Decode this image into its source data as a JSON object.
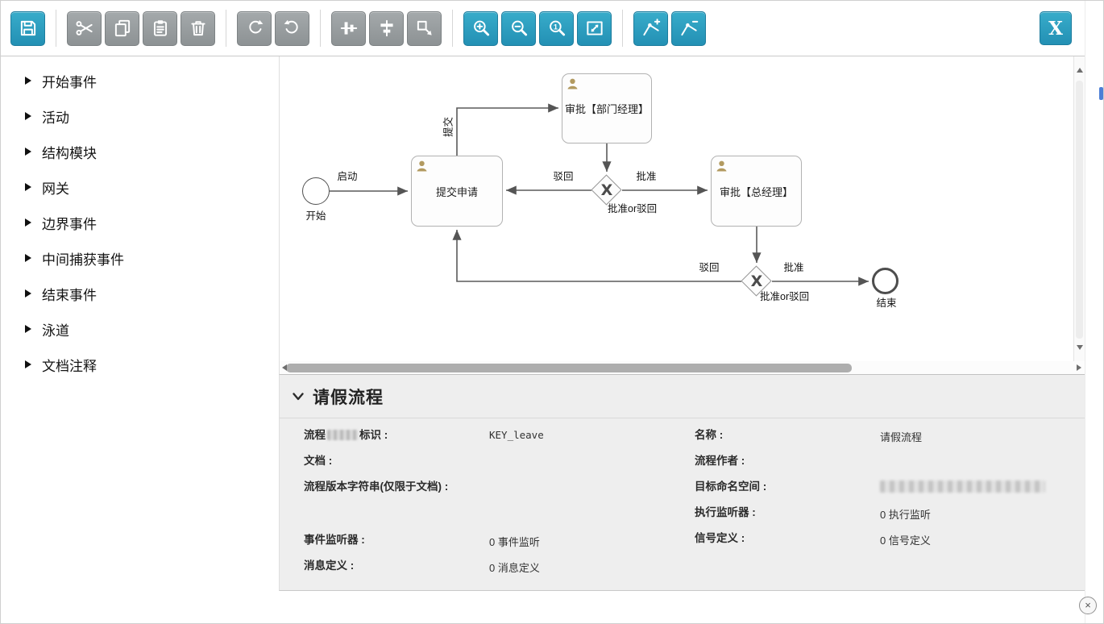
{
  "toolbar": {
    "close_label": "X",
    "zoom_actual_glyph": "1",
    "buttons": [
      {
        "name": "save",
        "enabled": true
      },
      {
        "name": "cut",
        "enabled": false
      },
      {
        "name": "copy",
        "enabled": false
      },
      {
        "name": "paste",
        "enabled": false
      },
      {
        "name": "delete",
        "enabled": false
      },
      {
        "name": "redo",
        "enabled": false
      },
      {
        "name": "undo",
        "enabled": false
      },
      {
        "name": "align-vertical",
        "enabled": false
      },
      {
        "name": "align-horizontal",
        "enabled": false
      },
      {
        "name": "same-size",
        "enabled": false
      },
      {
        "name": "zoom-in",
        "enabled": true
      },
      {
        "name": "zoom-out",
        "enabled": true
      },
      {
        "name": "zoom-actual",
        "enabled": true
      },
      {
        "name": "zoom-fit",
        "enabled": true
      },
      {
        "name": "bendpoint-add",
        "enabled": true
      },
      {
        "name": "bendpoint-remove",
        "enabled": true
      },
      {
        "name": "close",
        "enabled": true
      }
    ]
  },
  "palette": {
    "items": [
      {
        "label": "开始事件"
      },
      {
        "label": "活动"
      },
      {
        "label": "结构模块"
      },
      {
        "label": "网关"
      },
      {
        "label": "边界事件"
      },
      {
        "label": "中间捕获事件"
      },
      {
        "label": "结束事件"
      },
      {
        "label": "泳道"
      },
      {
        "label": "文档注释"
      }
    ]
  },
  "diagram": {
    "nodes": {
      "start": {
        "label": "开始"
      },
      "task_submit": {
        "label": "提交申请"
      },
      "task_dept_manager": {
        "label": "审批【部门经理】"
      },
      "task_general_manager": {
        "label": "审批【总经理】"
      },
      "gateway_first": {
        "symbol": "X",
        "label": "批准or驳回"
      },
      "gateway_second": {
        "symbol": "X",
        "label": "批准or驳回"
      },
      "end": {
        "label": "结束"
      }
    },
    "edge_labels": {
      "launch": "启动",
      "submit": "提交",
      "reject": "驳回",
      "approve": "批准"
    }
  },
  "properties": {
    "title": "请假流程",
    "left": [
      {
        "label_prefix": "流程",
        "label_redacted": true,
        "label_suffix": "标识 :",
        "value": "KEY_leave"
      },
      {
        "label": "文档 :",
        "value": ""
      },
      {
        "label": "流程版本字符串(仅限于文档) :",
        "value": ""
      },
      {
        "label": "事件监听器 :",
        "value": "0 事件监听"
      },
      {
        "label": "消息定义 :",
        "value": "0 消息定义"
      }
    ],
    "right": [
      {
        "label": "名称 :",
        "value": "请假流程"
      },
      {
        "label": "流程作者 :",
        "value": ""
      },
      {
        "label": "目标命名空间 :",
        "value": "",
        "value_redacted": true
      },
      {
        "label": "执行监听器 :",
        "value": "0 执行监听"
      },
      {
        "label": "信号定义 :",
        "value": "0 信号定义"
      }
    ]
  },
  "page": {
    "close_glyph": "×"
  }
}
